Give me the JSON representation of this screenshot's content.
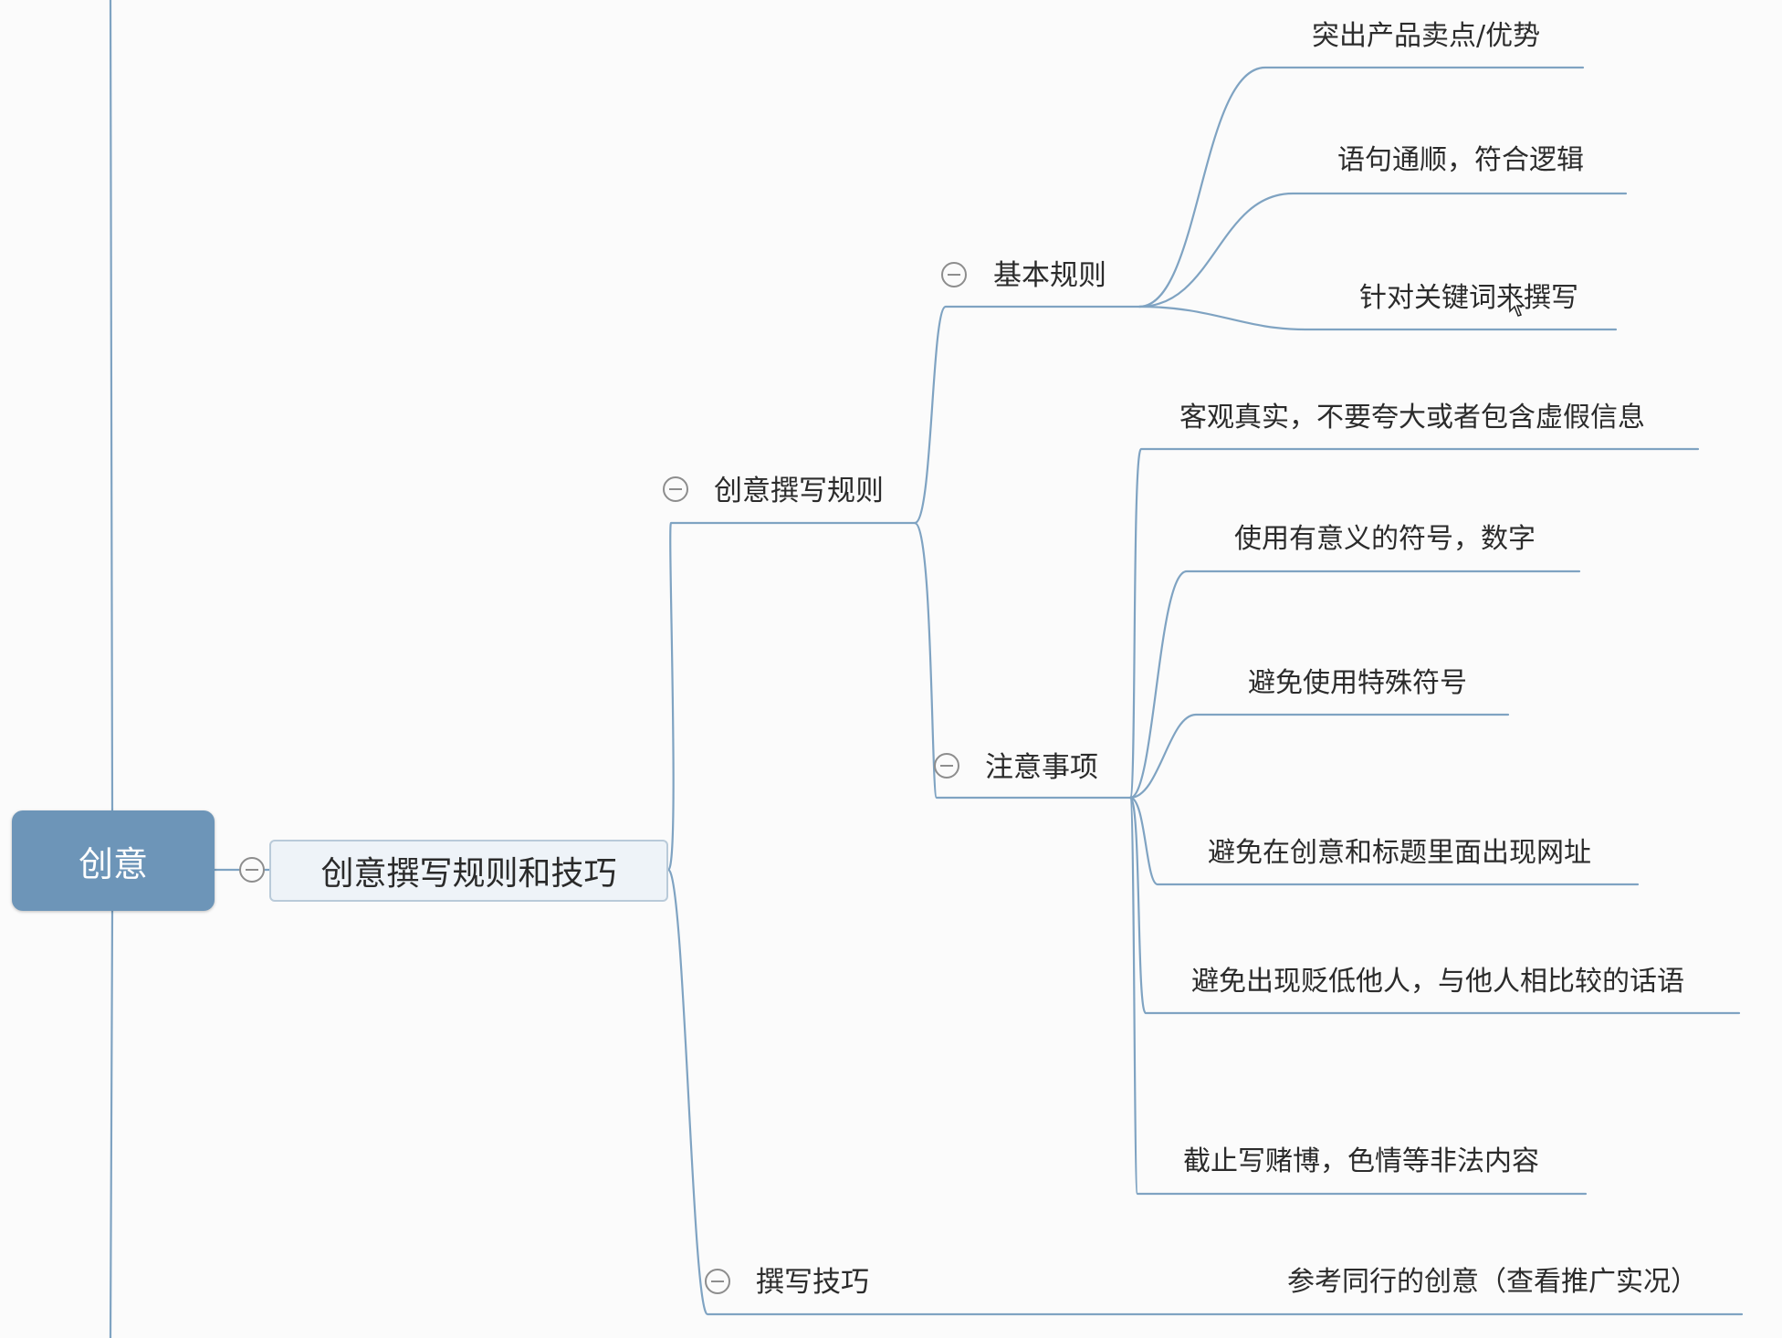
{
  "root": {
    "label": "创意"
  },
  "main": {
    "label": "创意撰写规则和技巧"
  },
  "branches": {
    "rules": {
      "label": "创意撰写规则",
      "basic": {
        "label": "基本规则",
        "items": [
          "突出产品卖点/优势",
          "语句通顺，符合逻辑",
          "针对关键词来撰写"
        ]
      },
      "notes": {
        "label": "注意事项",
        "items": [
          "客观真实，不要夸大或者包含虚假信息",
          "使用有意义的符号，数字",
          "避免使用特殊符号",
          "避免在创意和标题里面出现网址",
          "避免出现贬低他人，与他人相比较的话语",
          "截止写赌博，色情等非法内容"
        ]
      }
    },
    "tips": {
      "label": "撰写技巧",
      "items": [
        "参考同行的创意（查看推广实况）"
      ]
    }
  },
  "colors": {
    "root_fill": "#6d95b8",
    "main_fill": "#eef3f8",
    "main_border": "#b9cad9",
    "connector": "#7fa3c2",
    "background": "#fbfbfb"
  }
}
